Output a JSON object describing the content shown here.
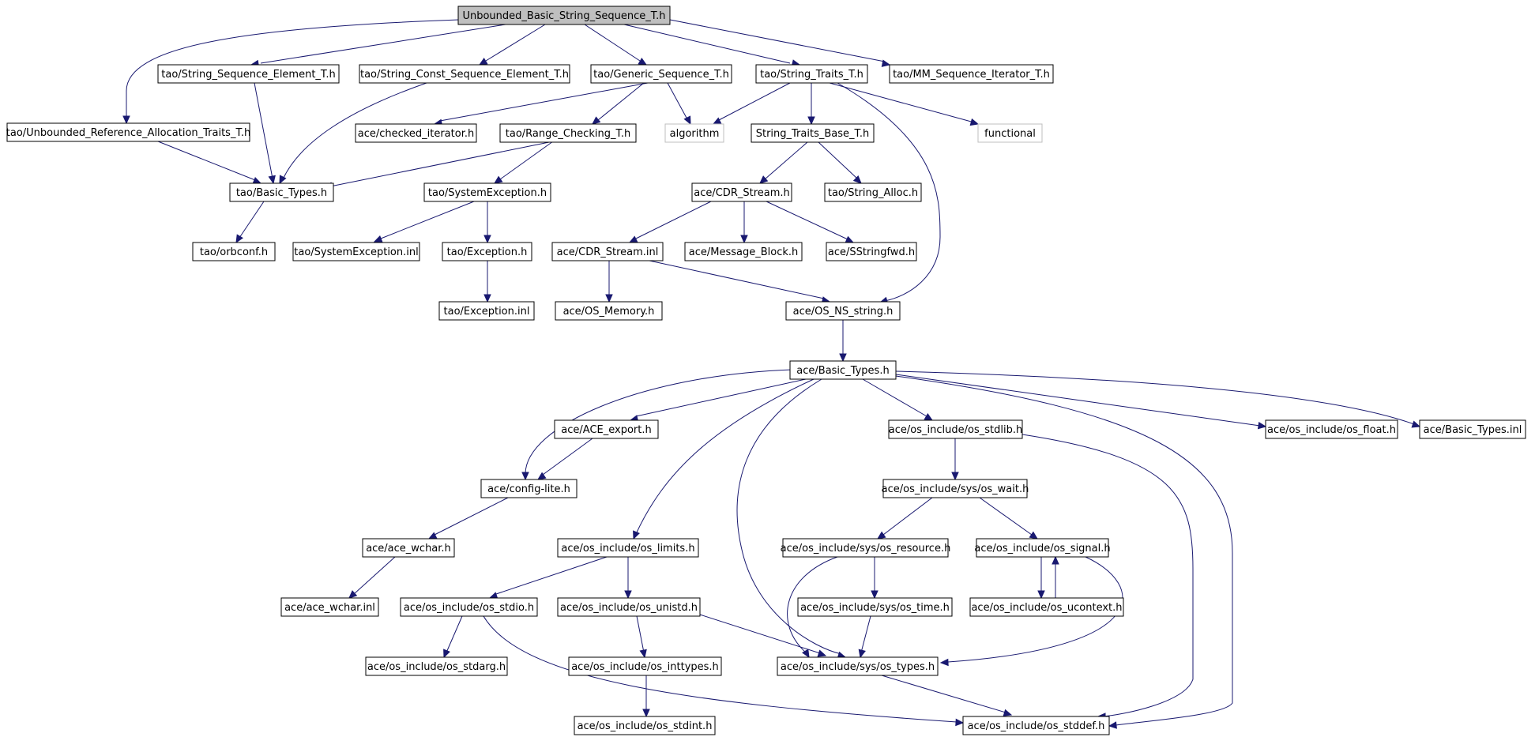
{
  "diagram": {
    "title": "Unbounded_Basic_String_Sequence_T.h",
    "colors": {
      "edge": "#191970",
      "root_fill": "#bfbfbf",
      "external_border": "#bfbfbf",
      "node_border": "#000000"
    },
    "nodes": [
      {
        "id": "root",
        "label": "Unbounded_Basic_String_Sequence_T.h",
        "kind": "root"
      },
      {
        "id": "urat",
        "label": "tao/Unbounded_Reference_Allocation_Traits_T.h"
      },
      {
        "id": "sse",
        "label": "tao/String_Sequence_Element_T.h"
      },
      {
        "id": "scse",
        "label": "tao/String_Const_Sequence_Element_T.h"
      },
      {
        "id": "gs",
        "label": "tao/Generic_Sequence_T.h"
      },
      {
        "id": "strt",
        "label": "tao/String_Traits_T.h"
      },
      {
        "id": "mmsi",
        "label": "tao/MM_Sequence_Iterator_T.h"
      },
      {
        "id": "chk",
        "label": "ace/checked_iterator.h"
      },
      {
        "id": "rc",
        "label": "tao/Range_Checking_T.h"
      },
      {
        "id": "alg",
        "label": "algorithm",
        "kind": "external"
      },
      {
        "id": "stb",
        "label": "String_Traits_Base_T.h"
      },
      {
        "id": "func",
        "label": "functional",
        "kind": "external"
      },
      {
        "id": "tbt",
        "label": "tao/Basic_Types.h"
      },
      {
        "id": "se",
        "label": "tao/SystemException.h"
      },
      {
        "id": "cdr",
        "label": "ace/CDR_Stream.h"
      },
      {
        "id": "salloc",
        "label": "tao/String_Alloc.h"
      },
      {
        "id": "orb",
        "label": "tao/orbconf.h"
      },
      {
        "id": "seinl",
        "label": "tao/SystemException.inl"
      },
      {
        "id": "exc",
        "label": "tao/Exception.h"
      },
      {
        "id": "cdrinl",
        "label": "ace/CDR_Stream.inl"
      },
      {
        "id": "mb",
        "label": "ace/Message_Block.h"
      },
      {
        "id": "ssf",
        "label": "ace/SStringfwd.h"
      },
      {
        "id": "excinl",
        "label": "tao/Exception.inl"
      },
      {
        "id": "osmem",
        "label": "ace/OS_Memory.h"
      },
      {
        "id": "osns",
        "label": "ace/OS_NS_string.h"
      },
      {
        "id": "abt",
        "label": "ace/Basic_Types.h"
      },
      {
        "id": "acex",
        "label": "ace/ACE_export.h"
      },
      {
        "id": "stdlib",
        "label": "ace/os_include/os_stdlib.h"
      },
      {
        "id": "float",
        "label": "ace/os_include/os_float.h"
      },
      {
        "id": "abtinl",
        "label": "ace/Basic_Types.inl"
      },
      {
        "id": "cfg",
        "label": "ace/config-lite.h"
      },
      {
        "id": "wait",
        "label": "ace/os_include/sys/os_wait.h"
      },
      {
        "id": "wchar",
        "label": "ace/ace_wchar.h"
      },
      {
        "id": "limits",
        "label": "ace/os_include/os_limits.h"
      },
      {
        "id": "res",
        "label": "ace/os_include/sys/os_resource.h"
      },
      {
        "id": "sig",
        "label": "ace/os_include/os_signal.h"
      },
      {
        "id": "wcinl",
        "label": "ace/ace_wchar.inl"
      },
      {
        "id": "stdio",
        "label": "ace/os_include/os_stdio.h"
      },
      {
        "id": "unistd",
        "label": "ace/os_include/os_unistd.h"
      },
      {
        "id": "time",
        "label": "ace/os_include/sys/os_time.h"
      },
      {
        "id": "uctx",
        "label": "ace/os_include/os_ucontext.h"
      },
      {
        "id": "stdarg",
        "label": "ace/os_include/os_stdarg.h"
      },
      {
        "id": "intt",
        "label": "ace/os_include/os_inttypes.h"
      },
      {
        "id": "types",
        "label": "ace/os_include/sys/os_types.h"
      },
      {
        "id": "stdint",
        "label": "ace/os_include/os_stdint.h"
      },
      {
        "id": "stddef",
        "label": "ace/os_include/os_stddef.h"
      }
    ]
  }
}
